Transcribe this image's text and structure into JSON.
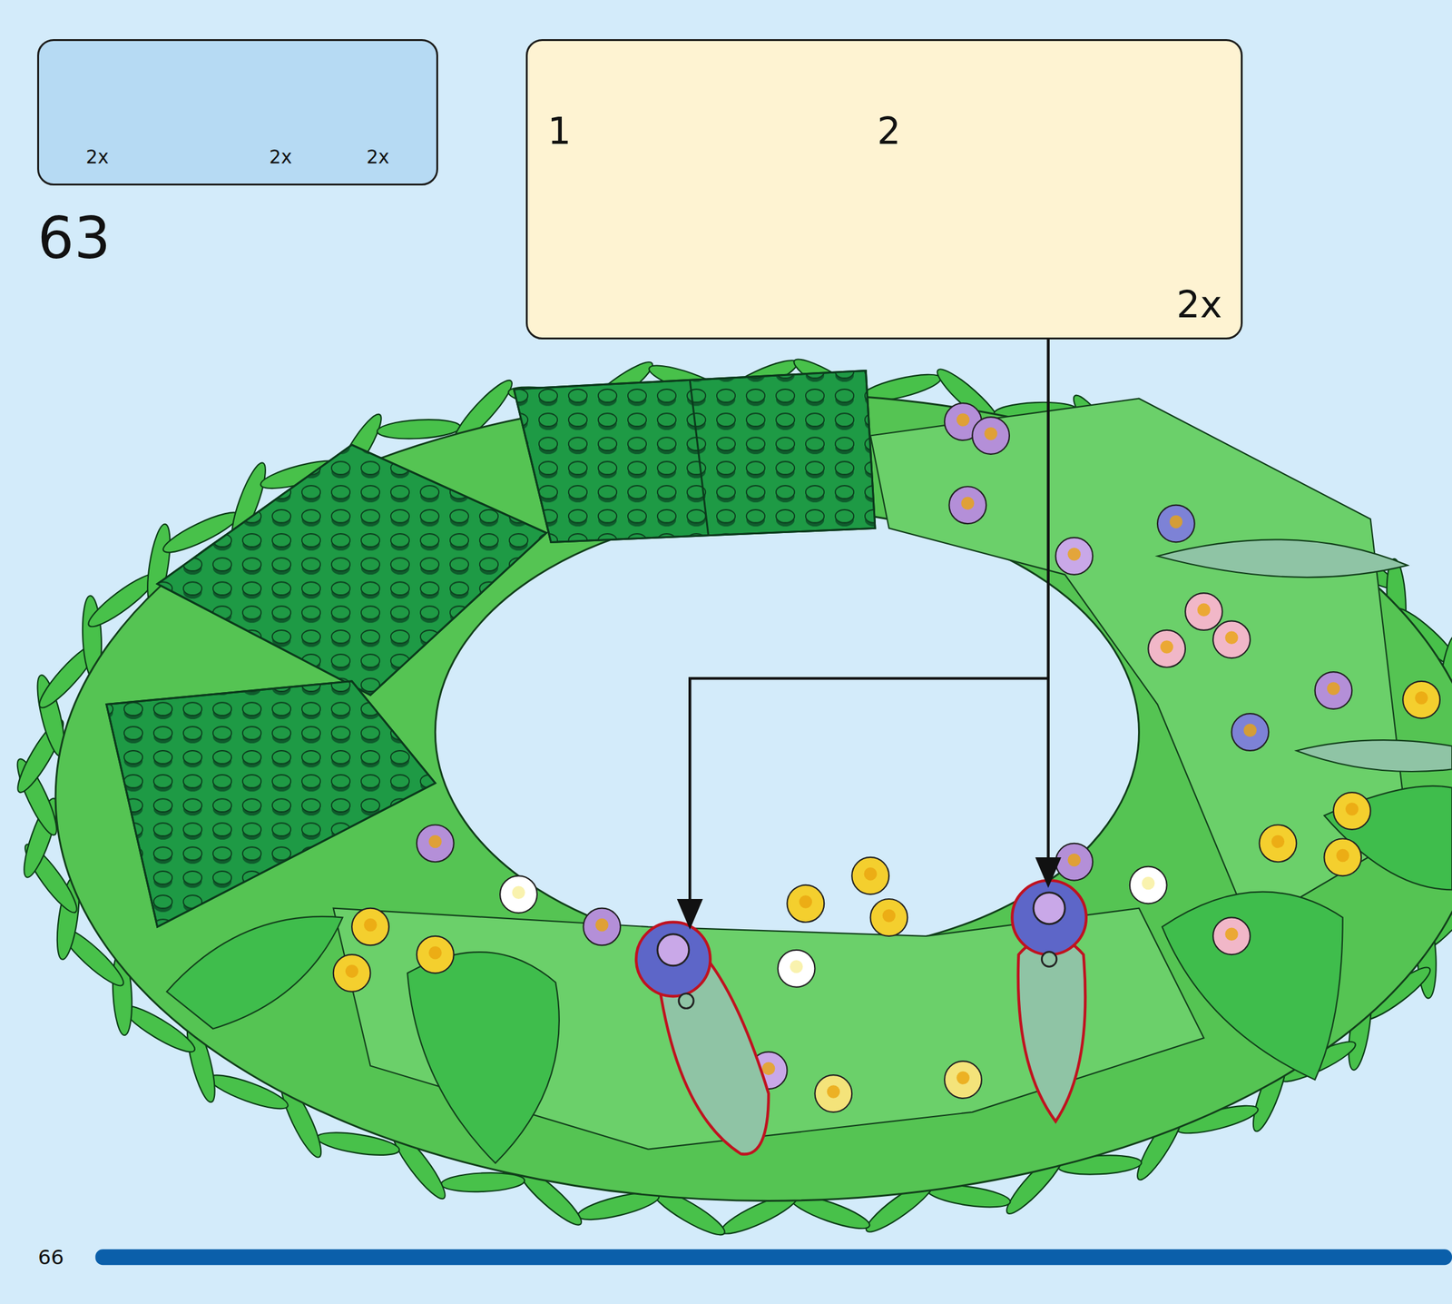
{
  "diagram": {
    "nodes": [
      {
        "text": [
          "2x",
          "2x",
          "2x"
        ]
      },
      {
        "text": [
          "1",
          "2",
          "2x"
        ]
      }
    ],
    "labels": [
      "63",
      "66"
    ]
  }
}
